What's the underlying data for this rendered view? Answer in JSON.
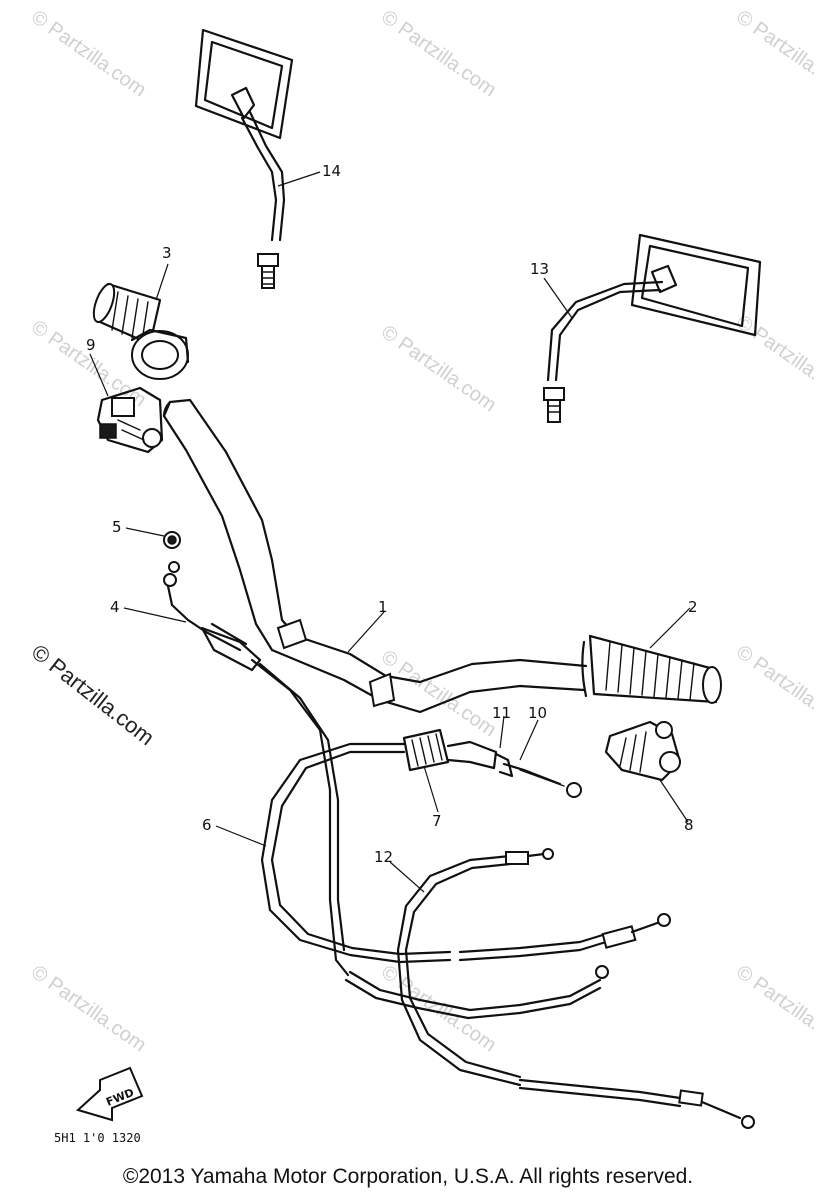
{
  "watermark": {
    "text": "© Partzilla.com",
    "side_text": "© Partzilla.com"
  },
  "callouts": {
    "c1": "1",
    "c2": "2",
    "c3": "3",
    "c4": "4",
    "c5": "5",
    "c6": "6",
    "c7": "7",
    "c8": "8",
    "c9": "9",
    "c10": "10",
    "c11": "11",
    "c12": "12",
    "c13": "13",
    "c14": "14"
  },
  "fwd_label": "FWD",
  "diagram_code": "5H1 1'0 1320",
  "copyright": "©2013  Yamaha Motor Corporation, U.S.A. All rights reserved."
}
